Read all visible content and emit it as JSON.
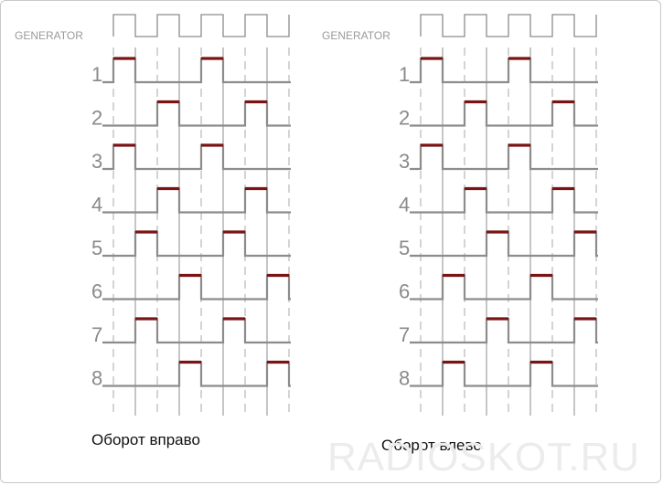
{
  "generator_label": "GENERATOR",
  "captions": {
    "right": "Оборот вправо",
    "left": "Оборот влево"
  },
  "watermark": "RADIOSKOT.RU",
  "diagrams": [
    {
      "id": "right",
      "rows": [
        {
          "label": "1",
          "high": [
            [
              0,
              1
            ],
            [
              4,
              5
            ]
          ]
        },
        {
          "label": "2",
          "high": [
            [
              2,
              3
            ],
            [
              6,
              7
            ]
          ]
        },
        {
          "label": "3",
          "high": [
            [
              0,
              1
            ],
            [
              4,
              5
            ]
          ]
        },
        {
          "label": "4",
          "high": [
            [
              2,
              3
            ],
            [
              6,
              7
            ]
          ]
        },
        {
          "label": "5",
          "high": [
            [
              1,
              2
            ],
            [
              5,
              6
            ]
          ]
        },
        {
          "label": "6",
          "high": [
            [
              3,
              4
            ],
            [
              7,
              8
            ]
          ]
        },
        {
          "label": "7",
          "high": [
            [
              1,
              2
            ],
            [
              5,
              6
            ]
          ]
        },
        {
          "label": "8",
          "high": [
            [
              3,
              4
            ],
            [
              7,
              8
            ]
          ]
        }
      ]
    },
    {
      "id": "left",
      "rows": [
        {
          "label": "1",
          "high": [
            [
              0,
              1
            ],
            [
              4,
              5
            ]
          ]
        },
        {
          "label": "2",
          "high": [
            [
              2,
              3
            ],
            [
              6,
              7
            ]
          ]
        },
        {
          "label": "3",
          "high": [
            [
              0,
              1
            ],
            [
              4,
              5
            ]
          ]
        },
        {
          "label": "4",
          "high": [
            [
              2,
              3
            ],
            [
              6,
              7
            ]
          ]
        },
        {
          "label": "5",
          "high": [
            [
              3,
              4
            ],
            [
              7,
              8
            ]
          ]
        },
        {
          "label": "6",
          "high": [
            [
              1,
              2
            ],
            [
              5,
              6
            ]
          ]
        },
        {
          "label": "7",
          "high": [
            [
              3,
              4
            ],
            [
              7,
              8
            ]
          ]
        },
        {
          "label": "8",
          "high": [
            [
              1,
              2
            ],
            [
              5,
              6
            ]
          ]
        }
      ]
    }
  ],
  "colors": {
    "signal": "#8c8c8c",
    "pulse": "#7a1414",
    "guide": "#a8a8a8"
  }
}
